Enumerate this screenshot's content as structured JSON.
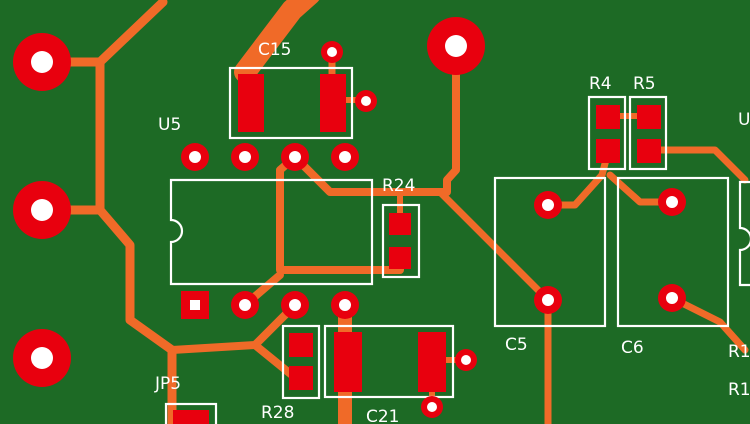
{
  "board": {
    "background": "#1d6a25",
    "trace_color": "#f06a28",
    "pad_color": "#e8000e",
    "silkscreen_color": "#ffffff"
  },
  "components": {
    "c15": "C15",
    "u5": "U5",
    "r24": "R24",
    "r4": "R4",
    "r5": "R5",
    "c5": "C5",
    "c6": "C6",
    "jp5": "JP5",
    "r28": "R28",
    "c21": "C21",
    "u_partial": "U",
    "r1_a": "R1",
    "r1_b": "R1"
  }
}
